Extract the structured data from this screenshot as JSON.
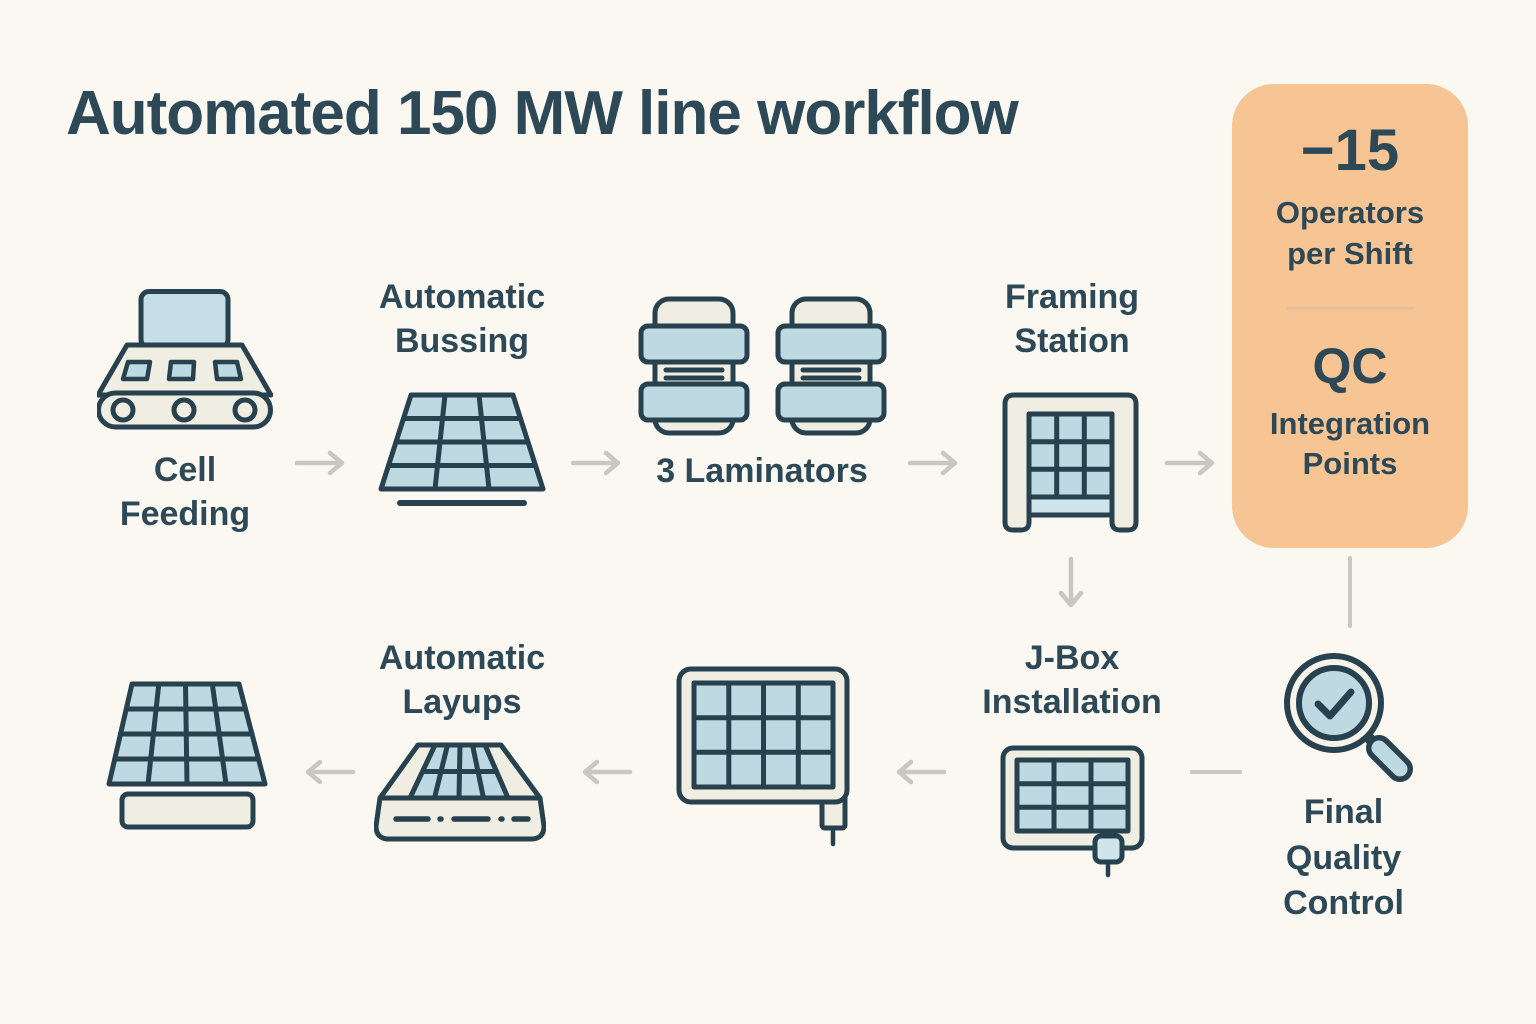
{
  "title": "Automated 150 MW line workflow",
  "stages": {
    "cell_feeding": {
      "label": "Cell Feeding",
      "icon": "conveyor-feeder-icon"
    },
    "automatic_bussing": {
      "label": "Automatic Bussing",
      "icon": "solar-matrix-perspective-icon"
    },
    "laminators": {
      "label": "3 Laminators",
      "icon": "laminator-press-icon"
    },
    "framing_station": {
      "label": "Framing Station",
      "icon": "framing-press-icon"
    },
    "jbox_installation": {
      "label": "J-Box Installation",
      "icon": "panel-junction-box-icon"
    },
    "unlabeled_panel": {
      "label": "",
      "icon": "panel-with-cable-icon"
    },
    "automatic_layups": {
      "label": "Automatic Layups",
      "icon": "layup-stack-icon"
    },
    "finished_panel": {
      "label": "",
      "icon": "panel-on-pallet-icon"
    },
    "final_quality_control": {
      "label": "Final Quality Control",
      "icon": "magnifier-check-icon"
    }
  },
  "highlight_card": {
    "operators_value": "−15",
    "operators_label": "Operators per Shift",
    "qc_value": "QC",
    "qc_label": "Integration Points"
  },
  "colors": {
    "background": "#FAF8F0",
    "ink": "#2D4856",
    "icon_stroke": "#27414F",
    "cell_blue": "#BED9E2",
    "light_blue": "#CFE4EB",
    "icon_cream": "#F0EEE3",
    "card_orange": "#F7C493",
    "card_divider": "#E3C19B",
    "arrow_gray": "#C8C7C1"
  }
}
